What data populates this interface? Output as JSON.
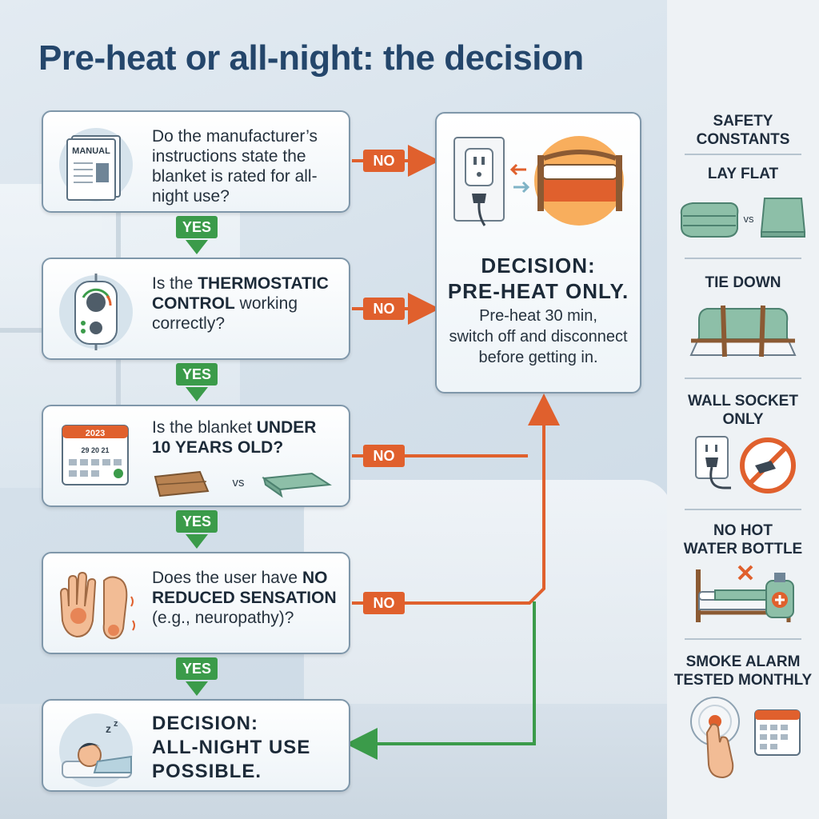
{
  "title": "Pre-heat or all-night: the decision",
  "questions": [
    {
      "icon_text": "MANUAL",
      "parts": [
        {
          "t": "Do the manufacturer’s instructions state the blanket is rated for all-night use?",
          "b": false
        }
      ]
    },
    {
      "parts": [
        {
          "t": "Is the ",
          "b": false
        },
        {
          "t": "THERMOSTATIC CONTROL",
          "b": true
        },
        {
          "t": " working correctly?",
          "b": false
        }
      ]
    },
    {
      "icon_text": {
        "year": "2023",
        "dates": "29 20 21",
        "vs": "vs"
      },
      "parts": [
        {
          "t": "Is the blanket ",
          "b": false
        },
        {
          "t": "UNDER 10 YEARS OLD?",
          "b": true
        }
      ]
    },
    {
      "parts": [
        {
          "t": "Does the user have ",
          "b": false
        },
        {
          "t": "NO REDUCED SENSATION",
          "b": true
        },
        {
          "t": " (e.g., neuropathy)?",
          "b": false
        }
      ]
    }
  ],
  "labels": {
    "yes": "YES",
    "no": "NO"
  },
  "decision_preheat": {
    "title_line1": "DECISION:",
    "title_line2": "PRE-HEAT ONLY.",
    "body": [
      "Pre-heat 30 min,",
      "switch off and disconnect",
      "before getting in."
    ]
  },
  "decision_allnight": {
    "title": [
      "DECISION:",
      "ALL-NIGHT USE",
      "POSSIBLE."
    ]
  },
  "sidebar": {
    "heading": [
      "SAFETY",
      "CONSTANTS"
    ],
    "items": [
      {
        "label": [
          "LAY FLAT"
        ],
        "icon": "folded-vs-flat-icon",
        "vs": "vs"
      },
      {
        "label": [
          "TIE DOWN"
        ],
        "icon": "tied-blanket-icon"
      },
      {
        "label": [
          "WALL SOCKET",
          "ONLY"
        ],
        "icon": "wall-socket-no-extension-icon"
      },
      {
        "label": [
          "NO HOT",
          "WATER BOTTLE"
        ],
        "icon": "no-hot-water-bottle-icon"
      },
      {
        "label": [
          "SMOKE ALARM",
          "TESTED MONTHLY"
        ],
        "icon": "smoke-alarm-calendar-icon"
      }
    ]
  },
  "colors": {
    "yes": "#3b9b4a",
    "no": "#e0602d",
    "title": "#24466b",
    "card_border": "#7f97aa"
  }
}
